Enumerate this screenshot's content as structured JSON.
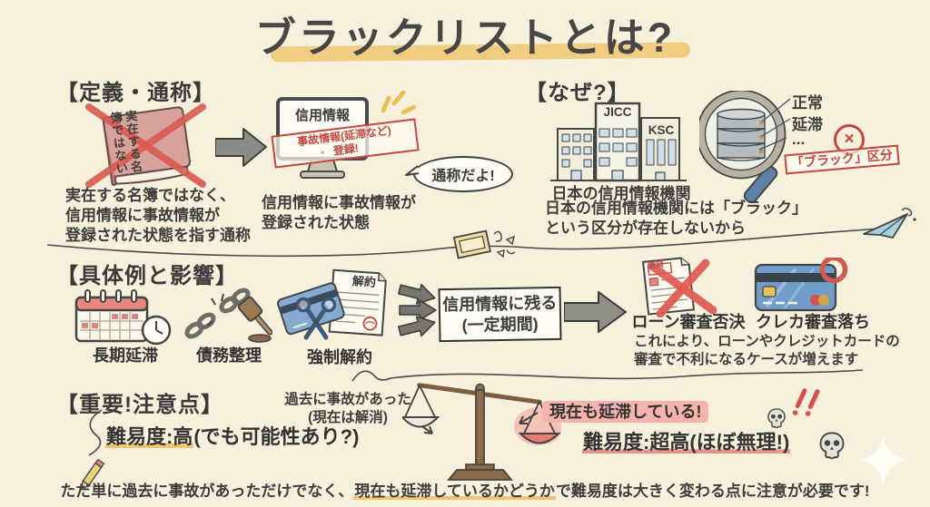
{
  "title": {
    "text": "ブラックリストとは?"
  },
  "definition": {
    "heading": "【定義・通称】",
    "book_cover_text": "実在する名簿ではない",
    "book_caption": "実在する名簿ではなく、\n信用情報に事故情報が\n登録された状態を指す通称",
    "monitor_title": "信用情報",
    "stamp_text": "事故情報(延滞など)\n登録!",
    "monitor_caption": "信用情報に事故情報が\n登録された状態",
    "bubble_text": "通称だよ!"
  },
  "why": {
    "heading": "【なぜ?】",
    "building1_label": "JICC",
    "building2_label": "KSC",
    "buildings_caption": "日本の信用情報機関",
    "db_label_normal": "正常",
    "db_label_late": "延滞",
    "db_label_more": "...",
    "no_black_stamp": "「ブラック」区分",
    "caption": "日本の信用情報機関には「ブラック」\nという区分が存在しないから"
  },
  "examples": {
    "heading": "【具体例と影響】",
    "cause1_label": "長期延滞",
    "cause2_label": "債務整理",
    "cause3_label": "強制解約",
    "cancel_doc_title": "解約",
    "result_box": "信用情報に残る\n(一定期間)",
    "loan_doc_title": "賃貸",
    "outcome1_label": "ローン審査否決",
    "outcome2_label": "クレカ審査落ち",
    "caption": "これにより、ローンやクレジットカードの\n審査で不利になるケースが増えます"
  },
  "caution": {
    "heading": "【重要!注意点】",
    "past_case": "過去に事故があった\n(現在は解消)",
    "past_difficulty_hl": "難易度:高",
    "past_difficulty_rest": "(でも可能性あり?)",
    "current_case": "現在も延滞している!",
    "current_difficulty": "難易度:超高(ほぼ無理!)",
    "footnote_pre": "ただ単に過去に事故があっただけでなく、",
    "footnote_hl": "現在も延滞しているかどうか",
    "footnote_post": "で難易度は大きく変わる点に注意が必要です!"
  },
  "colors": {
    "background": "#f7f0dc",
    "accent_yellow": "#edc46a",
    "accent_red": "#d95a50",
    "stamp_red": "#c2473f",
    "pink_highlight": "#f5b3ae",
    "card_blue": "#6f9cc9",
    "ink": "#3d3d3d"
  }
}
